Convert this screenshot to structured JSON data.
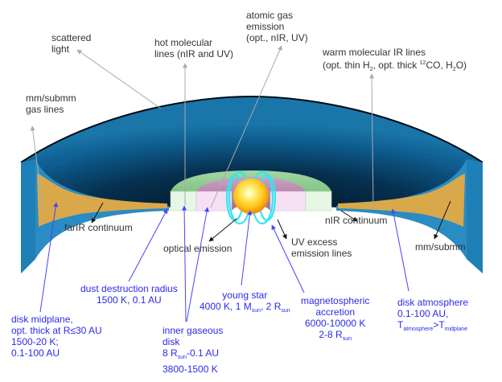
{
  "diagram": {
    "subject": "protoplanetary disk cross-section",
    "colors": {
      "disk_surface_dark": "#052a45",
      "disk_surface_mid": "#0d5a8a",
      "disk_edge": "#2a8cc2",
      "midplane": "#d9a84a",
      "inner_green": "#8fd78a",
      "inner_pink": "#c878b8",
      "inner_pale_green": "#e6f7e6",
      "inner_pale_pink": "#f8e0f4",
      "star_core": "#fffbd0",
      "star_edge": "#f59a0a",
      "magnetic_field": "#33e6f0",
      "gray_label": "#333333",
      "blue_label": "#2b2bea",
      "gray_pointer": "#aaaaaa",
      "black_pointer": "#111111",
      "blue_pointer": "#4444ff"
    }
  },
  "labels": {
    "scattered_light": {
      "line1": "scattered",
      "line2": "light"
    },
    "hot_molecular": {
      "line1": "hot molecular",
      "line2": "lines (nIR and UV)"
    },
    "atomic_gas": {
      "line1": "atomic gas",
      "line2": "emission",
      "line3": "(opt., nIR, UV)"
    },
    "warm_molecular": {
      "line1": "warm molecular IR lines",
      "line2_a": "(opt. thin H",
      "line2_sub1": "2",
      "line2_b": ", opt. thick ",
      "line2_sup": "12",
      "line2_c": "CO, H",
      "line2_sub2": "2",
      "line2_d": "O)"
    },
    "mm_gas_lines": {
      "line1": "mm/submm",
      "line2": "gas lines"
    },
    "farir_continuum": "farIR continuum",
    "nir_continuum": "nIR continuum",
    "optical_emission": "optical emission",
    "uv_excess": {
      "line1": "UV excess",
      "line2": "emission lines"
    },
    "mm_submm": "mm/submm",
    "disk_midplane": {
      "line1": "disk midplane,",
      "line2": "opt. thick at R≤30 AU",
      "line3": "1500-20 K;",
      "line4": "0.1-100 AU"
    },
    "dust_destruction": {
      "line1": "dust destruction radius",
      "line2": "1500 K, 0.1 AU"
    },
    "young_star": {
      "line1": "young star",
      "line2_a": "4000 K, 1 M",
      "line2_sub1": "sun",
      "line2_b": ", 2 R",
      "line2_sub2": "sun"
    },
    "magnetospheric": {
      "line1": "magnetospheric",
      "line2": "accretion",
      "line3": "6000-10000 K",
      "line4_a": "2-8 R",
      "line4_sub": "sun"
    },
    "inner_gaseous": {
      "line1": "inner gaseous",
      "line2": "disk",
      "line3_a": "8 R",
      "line3_sub": "sun",
      "line3_b": "-0.1 AU",
      "line4": "3800-1500 K"
    },
    "disk_atmosphere": {
      "line1": "disk atmosphere",
      "line2": "0.1-100 AU,",
      "line3_a": "T",
      "line3_sub1": "atmosphere",
      "line3_b": ">T",
      "line3_sub2": "midplane"
    }
  }
}
